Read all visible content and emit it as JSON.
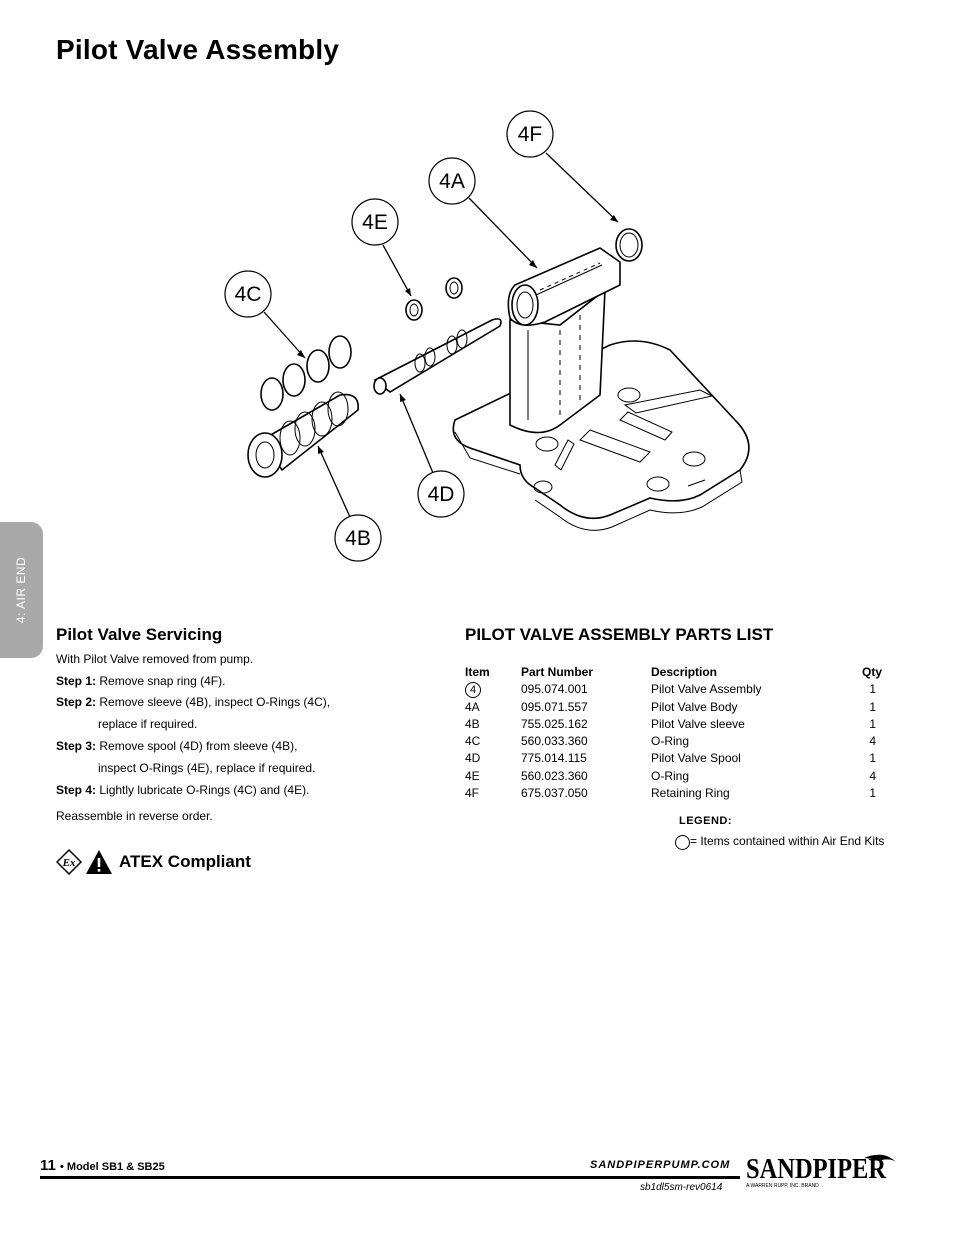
{
  "page": {
    "title": "Pilot Valve Assembly",
    "side_tab": "4: AIR END"
  },
  "diagram": {
    "callouts": [
      "4F",
      "4A",
      "4E",
      "4C",
      "4D",
      "4B"
    ]
  },
  "servicing": {
    "heading": "Pilot Valve Servicing",
    "intro": "With Pilot Valve removed from pump.",
    "steps": [
      {
        "label": "Step 1:",
        "text": "Remove snap ring (4F)."
      },
      {
        "label": "Step 2:",
        "text": "Remove sleeve (4B), inspect O-Rings (4C),",
        "cont": "replace if required."
      },
      {
        "label": "Step 3:",
        "text": "Remove spool (4D) from sleeve (4B),",
        "cont": "inspect O-Rings (4E), replace if required."
      },
      {
        "label": "Step 4:",
        "text": "Lightly lubricate O-Rings (4C) and (4E)."
      }
    ],
    "outro": "Reassemble in reverse order."
  },
  "atex": {
    "label": "ATEX Compliant",
    "ex_icon": "ex-mark-icon",
    "warning_icon": "warning-triangle-icon"
  },
  "parts_list": {
    "heading": "PILOT VALVE ASSEMBLY PARTS LIST",
    "headers": {
      "item": "Item",
      "part_number": "Part Number",
      "description": "Description",
      "qty": "Qty"
    },
    "rows": [
      {
        "item": "4",
        "part_number": "095.074.001",
        "description": "Pilot Valve Assembly",
        "qty": "1",
        "kit": true
      },
      {
        "item": "4A",
        "part_number": "095.071.557",
        "description": "Pilot Valve Body",
        "qty": "1"
      },
      {
        "item": "4B",
        "part_number": "755.025.162",
        "description": "Pilot Valve sleeve",
        "qty": "1"
      },
      {
        "item": "4C",
        "part_number": "560.033.360",
        "description": "O-Ring",
        "qty": "4"
      },
      {
        "item": "4D",
        "part_number": "775.014.115",
        "description": "Pilot Valve Spool",
        "qty": "1"
      },
      {
        "item": "4E",
        "part_number": "560.023.360",
        "description": "O-Ring",
        "qty": "4"
      },
      {
        "item": "4F",
        "part_number": "675.037.050",
        "description": "Retaining Ring",
        "qty": "1"
      }
    ]
  },
  "legend": {
    "title": "LEGEND:",
    "text": "= Items contained within Air End Kits"
  },
  "footer": {
    "page_number": "11",
    "model": "• Model SB1 & SB25",
    "url": "SANDPIPERPUMP.COM",
    "revision": "sb1dl5sm-rev0614",
    "brand": "SANDPIPER",
    "brand_tagline": "A WARREN RUPP, INC. BRAND"
  }
}
